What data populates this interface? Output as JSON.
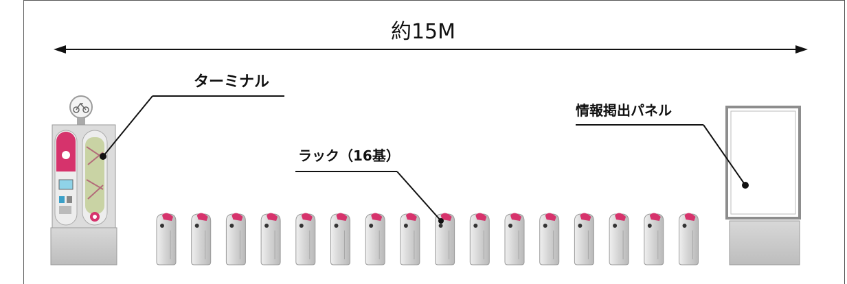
{
  "dimension": {
    "label": "約15M"
  },
  "callouts": {
    "terminal": "ターミナル",
    "rack": "ラック（16基）",
    "info_panel": "情報掲出パネル"
  },
  "rack_count": 16,
  "colors": {
    "accent": "#d6336c",
    "unit_body": "#d6d6d6",
    "base": "#c8c8c8",
    "line": "#111111"
  },
  "icons": {
    "bicycle_sign": "bicycle-icon"
  }
}
